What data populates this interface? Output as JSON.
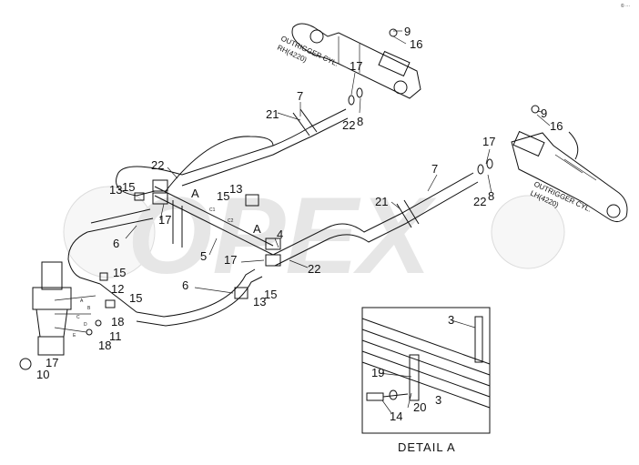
{
  "corner_mark": "© ···",
  "watermark": {
    "text": "OPEX",
    "color": "#e6e6e6"
  },
  "cylinder_labels": {
    "rh_line1": "OUTRIGGER CYL.",
    "rh_line2": "RH(4220)",
    "lh_line1": "OUTRIGGER CYL.",
    "lh_line2": "LH(4220)"
  },
  "section_letters": {
    "a1": "A",
    "a2": "A"
  },
  "small_marks": {
    "c1": "C1",
    "c2": "C2",
    "m1": "A",
    "m2": "C",
    "m3": "E",
    "m4": "B",
    "m5": "D"
  },
  "detail_title": "DETAIL  A",
  "callouts": {
    "n9a": "9",
    "n16a": "16",
    "n17a": "17",
    "n7a": "7",
    "n21a": "21",
    "n22a": "22",
    "n8a": "8",
    "n9b": "9",
    "n16b": "16",
    "n17b": "17",
    "n7b": "7",
    "n21b": "21",
    "n22b": "22",
    "n8b": "8",
    "n22c": "22",
    "n13a": "13",
    "n15a": "15",
    "n15b": "15",
    "n13b": "13",
    "n17c": "17",
    "n6a": "6",
    "n4": "4",
    "n5": "5",
    "n17d": "17",
    "n22d": "22",
    "n6b": "6",
    "n15c": "15",
    "n13c": "13",
    "n15d": "15",
    "n12": "12",
    "n15e": "15",
    "n18a": "18",
    "n11": "11",
    "n18b": "18",
    "n17e": "17",
    "n10": "10",
    "n3a": "3",
    "n19": "19",
    "n20": "20",
    "n3b": "3",
    "n14": "14"
  }
}
